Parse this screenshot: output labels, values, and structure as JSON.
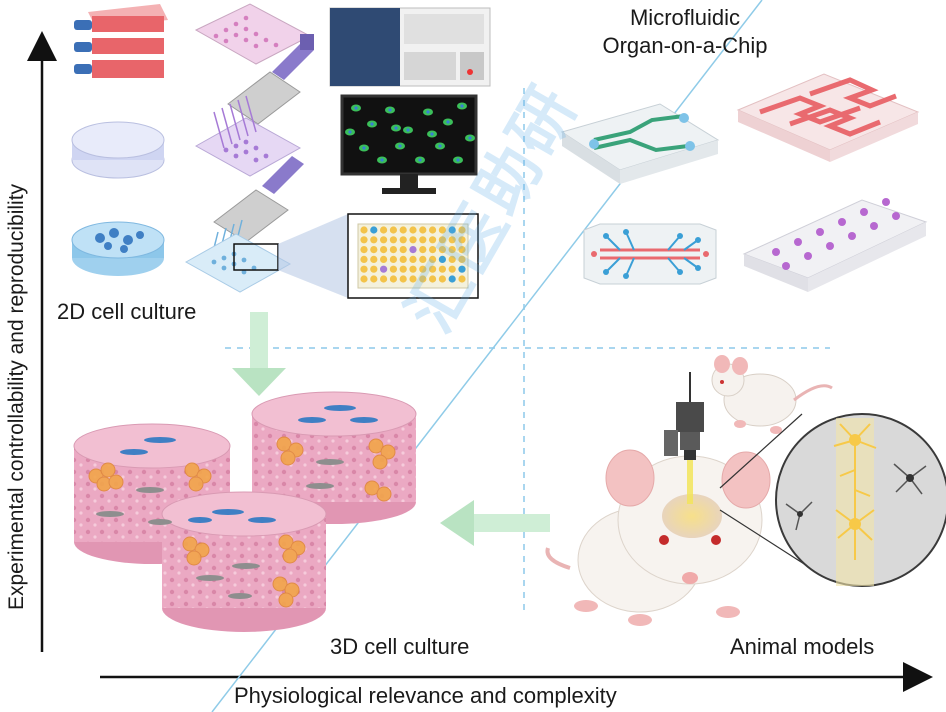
{
  "labels": {
    "two_d": "2D cell culture",
    "three_d": "3D cell culture",
    "animal": "Animal models",
    "chip_line1": "Microfluidic",
    "chip_line2": "Organ-on-a-Chip",
    "x_axis": "Physiological relevance and complexity",
    "y_axis": "Experimental controllability and reproducibility"
  },
  "watermark": "汇医助研",
  "colors": {
    "arrow_green": "#b9e3c2",
    "divider": "#a9d6ef",
    "flask": "#e8656a",
    "plate_purple": "#a67ad6",
    "tissue_pink": "#e9a6c0",
    "cell_orange": "#f2a54a",
    "cell_blue": "#3f7fc4",
    "neuron_yellow": "#f7c948",
    "chip_red": "#e96a6f",
    "chip_green": "#3aa37a",
    "chip_blue": "#3a9fd6"
  }
}
